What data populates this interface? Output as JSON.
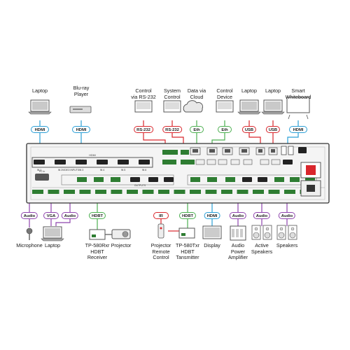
{
  "device_ports": {
    "hdmi_in": [
      "IN 1",
      "IN 2",
      "IN 3",
      "IN 4",
      "IN 5",
      "IN 6"
    ],
    "hdmi_in_group": "HDMI",
    "video_inputs_label": "VIDEO INPUTS",
    "pc_in_label": "PC In",
    "outputs_label": "OUTPUTS"
  },
  "top_devices": [
    {
      "label": "Laptop",
      "badge": "HDMI"
    },
    {
      "label": "Blu-ray\nPlayer",
      "badge": "HDMI"
    },
    {
      "label": "Control\nvia RS-232",
      "badge": "RS-232"
    },
    {
      "label": "System\nControl",
      "badge": "RS-232"
    },
    {
      "label": "Data via\nCloud",
      "badge": "Eth"
    },
    {
      "label": "Control\nDevice",
      "badge": "Eth"
    },
    {
      "label": "Laptop",
      "badge": "USB"
    },
    {
      "label": "Laptop",
      "badge": "USB"
    },
    {
      "label": "Smart\nWhiteboard",
      "badge": "HDMI"
    }
  ],
  "bottom_devices": [
    {
      "label": "Microphone",
      "badge": "Audio"
    },
    {
      "label": "Laptop",
      "badge": "VGA"
    },
    {
      "label": "",
      "badge": "Audio"
    },
    {
      "label": "TP-580Rxr\nHDBT\nReceiver",
      "badge": "HDBT"
    },
    {
      "label": "Projector",
      "badge": ""
    },
    {
      "label": "Projector\nRemote\nControl",
      "badge": "IR"
    },
    {
      "label": "TP-580Txr\nHDBT\nTansmitter",
      "badge": "HDBT"
    },
    {
      "label": "Display",
      "badge": "HDMI"
    },
    {
      "label": "Audio\nPower\nAmplifier",
      "badge": "Audio"
    },
    {
      "label": "Active\nSpeakers",
      "badge": "Audio"
    },
    {
      "label": "Speakers",
      "badge": "Audio"
    }
  ],
  "colors": {
    "hdmi": "#2a9fd6",
    "rs232": "#d9262c",
    "eth": "#4caf50",
    "usb": "#d9262c",
    "audio": "#8e44ad",
    "vga": "#8e44ad",
    "hdbt": "#4caf50",
    "ir": "#d9262c"
  }
}
